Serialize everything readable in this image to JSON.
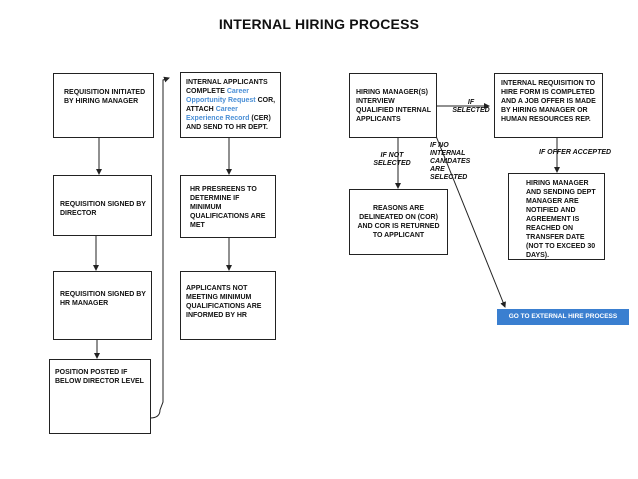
{
  "title": "INTERNAL HIRING PROCESS",
  "boxes": {
    "requisition_initiated": "REQUISITION INITIATED BY HIRING MANAGER",
    "requisition_signed_director": "REQUISITION SIGNED BY DIRECTOR",
    "requisition_signed_hr": "REQUISITION SIGNED BY HR MANAGER",
    "position_posted": "POSITION POSTED IF BELOW DIRECTOR LEVEL",
    "applicants_complete_a": "INTERNAL APPLICANTS COMPLETE",
    "applicants_complete_b": "Career Opportunity Request",
    "applicants_complete_c": "COR, ATTACH",
    "applicants_complete_d": "Career Experience Record",
    "applicants_complete_e": "(CER) AND SEND TO HR DEPT.",
    "hr_prescreens": "HR PRESREENS TO DETERMINE IF MINIMUM QUALIFICATIONS ARE MET",
    "applicants_not_meeting": "APPLICANTS NOT MEETING MINIMUM QUALIFICATIONS ARE INFORMED BY HR",
    "hiring_manager_interview": "HIRING MANAGER(S) INTERVIEW QUALIFIED INTERNAL APPLICANTS",
    "reasons_delineated": "REASONS ARE DELINEATED ON (COR) AND COR IS RETURNED TO APPLICANT",
    "internal_requisition": "INTERNAL REQUISITION TO HIRE FORM IS COMPLETED AND A JOB OFFER IS MADE BY HIRING MANAGER OR HUMAN RESOURCES REP.",
    "manager_dept_notified": "HIRING MANAGER AND SENDING DEPT MANAGER ARE NOTIFIED AND AGREEMENT IS REACHED ON TRANSFER DATE (NOT TO EXCEED 30 DAYS).",
    "external_process": "GO TO EXTERNAL HIRE PROCESS"
  },
  "labels": {
    "if_selected": "IF SELECTED",
    "if_not_selected": "IF NOT SELECTED",
    "if_no_internal": "IF NO INTERNAL CANIDATES ARE SELECTED",
    "if_offer_accepted": "IF OFFER ACCEPTED"
  },
  "colors": {
    "accent": "#4a8fd6",
    "external_box": "#3a7fd0"
  }
}
